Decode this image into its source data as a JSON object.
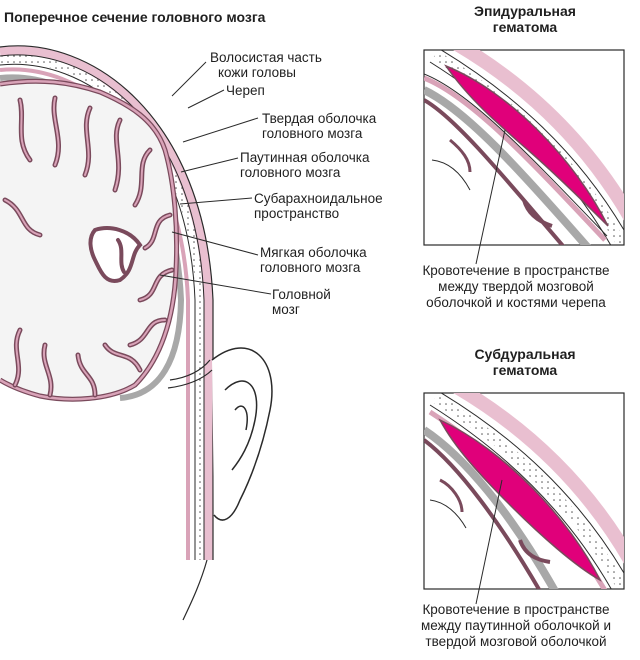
{
  "main_title": "Поперечное сечение головного мозга",
  "labels": {
    "scalp": [
      "Волосистая часть",
      "кожи головы"
    ],
    "skull": "Череп",
    "dura": [
      "Твердая оболочка",
      "головного мозга"
    ],
    "arachnoid": [
      "Паутинная оболочка",
      "головного мозга"
    ],
    "subarachnoid": [
      "Субарахноидальное",
      "пространство"
    ],
    "pia": [
      "Мягкая оболочка",
      "головного мозга"
    ],
    "brain": [
      "Головной",
      "мозг"
    ]
  },
  "epidural": {
    "title": [
      "Эпидуральная",
      "гематома"
    ],
    "caption": [
      "Кровотечение в пространстве",
      "между твердой мозговой",
      "оболочкой и костями черепа"
    ]
  },
  "subdural": {
    "title": [
      "Субдуральная",
      "гематома"
    ],
    "caption": [
      "Кровотечение в пространстве",
      "между паутинной оболочкой и",
      "твердой мозговой оболочкой"
    ]
  },
  "colors": {
    "membrane": "#d9a3b8",
    "membrane_dark": "#7a4a5c",
    "hematoma": "#e0007a",
    "gray_matter": "#9a9a9a",
    "outline": "#2a2a2a"
  }
}
